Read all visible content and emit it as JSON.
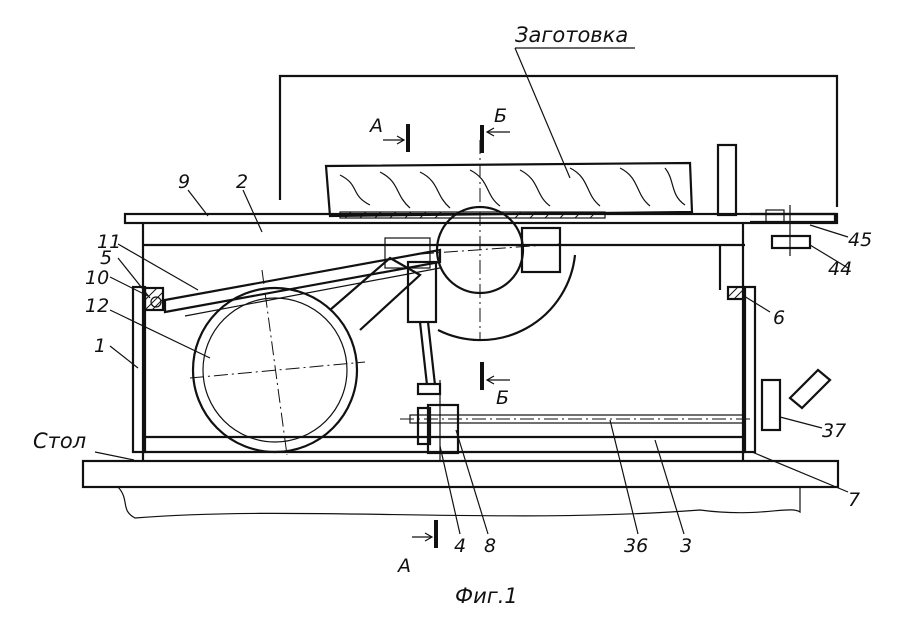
{
  "title": "Заготовка",
  "caption": "Фиг.1",
  "table_label": "Стол",
  "section_labels": {
    "a": "А",
    "b": "Б"
  },
  "part_labels": {
    "p1": "1",
    "p2": "2",
    "p3": "3",
    "p4": "4",
    "p5": "5",
    "p6": "6",
    "p7": "7",
    "p8": "8",
    "p9": "9",
    "p10": "10",
    "p11": "11",
    "p12": "12",
    "p36": "36",
    "p37": "37",
    "p44": "44",
    "p45": "45"
  }
}
